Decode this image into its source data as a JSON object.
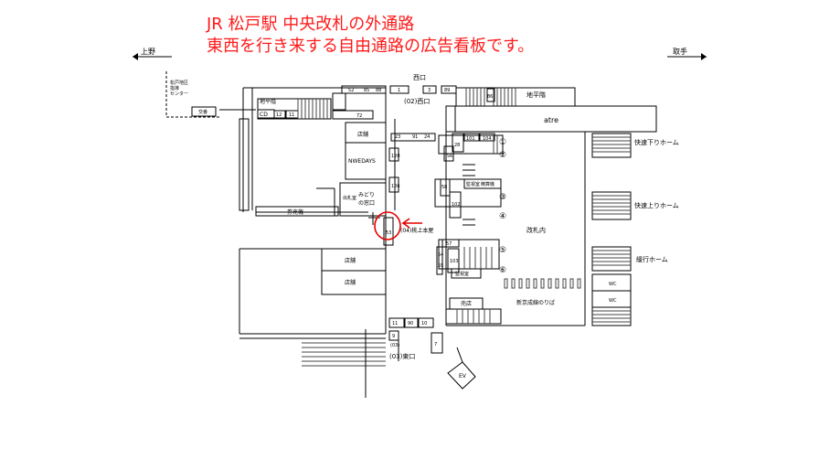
{
  "title": {
    "line1": "JR 松戸駅 中央改札の外通路",
    "line2": "東西を行き来する自由通路の広告看板です。"
  },
  "directions": {
    "left": "上野",
    "right": "取手"
  },
  "exits": {
    "west_top": "西口",
    "west": "(02)西口",
    "east": "(03)東口",
    "east_code": "(03)",
    "east_small": "9"
  },
  "areas": {
    "guide_center_l1": "松戸地区",
    "guide_center_l2": "指導",
    "guide_center_l3": "センター",
    "koban": "交番",
    "cd": "CD",
    "chiheikai_left": "地平階",
    "chiheikai_right": "地平階",
    "atre": "atre",
    "shop1": "店舗",
    "newdays": "NWEDAYS",
    "shop2": "店舗",
    "shop3": "店舗",
    "ticket_machine": "券売機",
    "midori_l1": "みどり",
    "midori_l2": "の窓口",
    "ticket_office": "出札室",
    "kaisatsunai": "改札内",
    "monitor1": "監視室",
    "seisanki": "精算機",
    "monitor2": "監視室",
    "baiten": "売店",
    "shinkei": "新京成線のりば",
    "wc1": "WC",
    "wc2": "WC",
    "ev": "EV",
    "bookstore": "(04)桃上本屋"
  },
  "platforms": {
    "rapid_down": "快速下りホーム",
    "rapid_up": "快速上りホーム",
    "local": "緩行ホーム",
    "p1": "①",
    "p2": "②",
    "p3": "③",
    "p4": "④",
    "p5": "⑤",
    "p6": "⑥"
  },
  "board_numbers": {
    "n52": "52",
    "n85": "85",
    "n88": "88",
    "n1": "1",
    "n3": "3",
    "n89": "89",
    "n86": "86",
    "n12": "12",
    "n11": "11",
    "n72": "72",
    "n23": "23",
    "n91": "91",
    "n24": "24",
    "n28": "28",
    "n101": "101",
    "n104": "104",
    "n56": "56",
    "n120": "120",
    "n106": "106",
    "n58": "58",
    "n102": "102",
    "n103": "103",
    "n57": "57",
    "n53": "53",
    "n54": "54",
    "n55": "55",
    "b11": "11",
    "b90": "90",
    "b10": "10",
    "n7": "7"
  }
}
